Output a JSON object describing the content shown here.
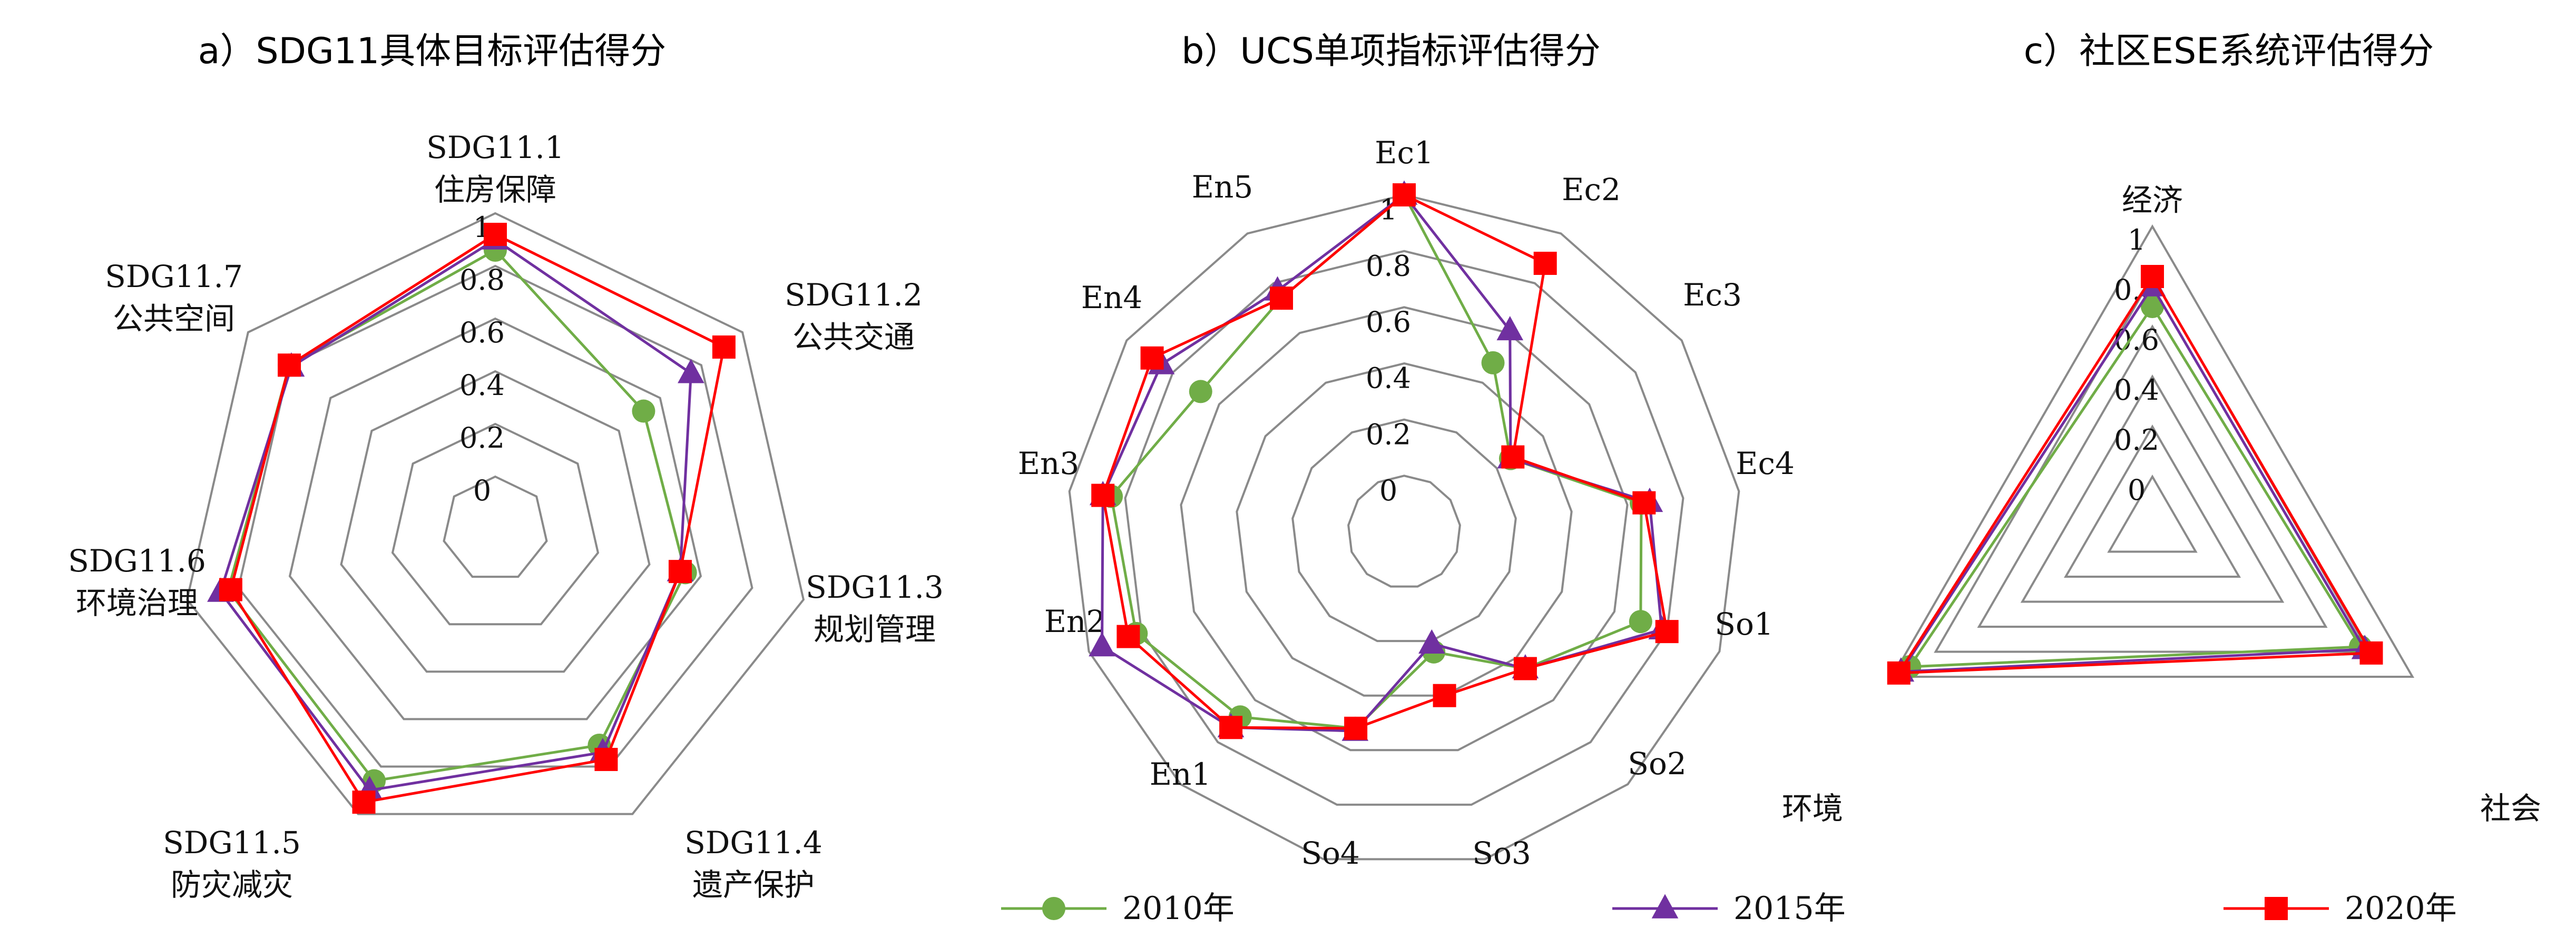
{
  "series_styles": {
    "2010": {
      "color": "#70ad47",
      "marker": "circle"
    },
    "2015": {
      "color": "#7030a0",
      "marker": "triangle"
    },
    "2020": {
      "color": "#ff0000",
      "marker": "square"
    }
  },
  "legend": {
    "items": [
      {
        "key": "2010",
        "label": "2010年"
      },
      {
        "key": "2015",
        "label": "2015年"
      },
      {
        "key": "2020",
        "label": "2020年"
      }
    ]
  },
  "chart_data": [
    {
      "id": "a",
      "type": "radar",
      "title": "a）SDG11具体目标评估得分",
      "rmax": 1,
      "ticks": [
        "0",
        "0.2",
        "0.4",
        "0.6",
        "0.8",
        "1"
      ],
      "axes": [
        {
          "code": "SDG11.1",
          "name": "住房保障"
        },
        {
          "code": "SDG11.2",
          "name": "公共交通"
        },
        {
          "code": "SDG11.3",
          "name": "规划管理"
        },
        {
          "code": "SDG11.4",
          "name": "遗产保护"
        },
        {
          "code": "SDG11.5",
          "name": "防灾减灾"
        },
        {
          "code": "SDG11.6",
          "name": "环境治理"
        },
        {
          "code": "SDG11.7",
          "name": "公共空间"
        }
      ],
      "series": [
        {
          "key": "2010",
          "name": "2010年",
          "values": [
            0.86,
            0.52,
            0.54,
            0.71,
            0.86,
            0.84,
            0.8
          ]
        },
        {
          "key": "2015",
          "name": "2015年",
          "values": [
            0.9,
            0.75,
            0.52,
            0.74,
            0.9,
            0.87,
            0.79
          ]
        },
        {
          "key": "2020",
          "name": "2020年",
          "values": [
            0.92,
            0.91,
            0.52,
            0.77,
            0.95,
            0.83,
            0.8
          ]
        }
      ]
    },
    {
      "id": "b",
      "type": "radar",
      "title": "b）UCS单项指标评估得分",
      "rmax": 1,
      "ticks": [
        "0",
        "0.2",
        "0.4",
        "0.6",
        "0.8",
        "1"
      ],
      "axes": [
        {
          "name": "Ec1"
        },
        {
          "name": "Ec2"
        },
        {
          "name": "Ec3"
        },
        {
          "name": "Ec4"
        },
        {
          "name": "So1"
        },
        {
          "name": "So2"
        },
        {
          "name": "So3"
        },
        {
          "name": "So4"
        },
        {
          "name": "En1"
        },
        {
          "name": "En2"
        },
        {
          "name": "En3"
        },
        {
          "name": "En4"
        },
        {
          "name": "En5"
        }
      ],
      "series": [
        {
          "key": "2010",
          "name": "2010年",
          "values": [
            1.0,
            0.48,
            0.26,
            0.65,
            0.7,
            0.45,
            0.24,
            0.52,
            0.68,
            0.82,
            0.85,
            0.68,
            0.74
          ]
        },
        {
          "key": "2015",
          "name": "2015年",
          "values": [
            1.0,
            0.61,
            0.26,
            0.68,
            0.78,
            0.45,
            0.21,
            0.53,
            0.73,
            0.95,
            0.88,
            0.85,
            0.77
          ]
        },
        {
          "key": "2020",
          "name": "2020年",
          "values": [
            1.0,
            0.88,
            0.27,
            0.66,
            0.8,
            0.45,
            0.4,
            0.52,
            0.73,
            0.85,
            0.88,
            0.89,
            0.74
          ]
        }
      ]
    },
    {
      "id": "c",
      "type": "radar",
      "title": "c）社区ESE系统评估得分",
      "rmax": 1,
      "ticks": [
        "0",
        "0.2",
        "0.4",
        "0.6",
        "0.8",
        "1"
      ],
      "axes": [
        {
          "name": "经济"
        },
        {
          "name": "社会"
        },
        {
          "name": "环境"
        }
      ],
      "series": [
        {
          "key": "2010",
          "name": "2010年",
          "values": [
            0.68,
            0.76,
            0.92
          ]
        },
        {
          "key": "2015",
          "name": "2015年",
          "values": [
            0.76,
            0.78,
            0.96
          ]
        },
        {
          "key": "2020",
          "name": "2020年",
          "values": [
            0.8,
            0.81,
            0.97
          ]
        }
      ]
    }
  ]
}
